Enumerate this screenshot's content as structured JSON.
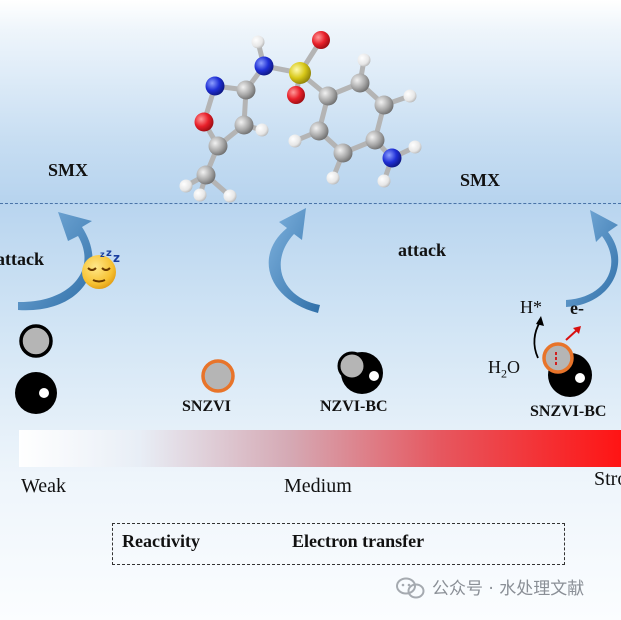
{
  "labels": {
    "smx_left": "SMX",
    "smx_right": "SMX",
    "attack_left": "attack",
    "attack_right": "attack",
    "snzvi": "SNZVI",
    "nzvi_bc": "NZVI-BC",
    "snzvi_bc": "SNZVI-BC",
    "weak": "Weak",
    "medium": "Medium",
    "strong": "Strong",
    "h_star": "H*",
    "e_minus": "e-",
    "h2o_h": "H",
    "h2o_sub": "2",
    "h2o_o": "O",
    "reactivity": "Reactivity",
    "electron_transfer": "Electron transfer"
  },
  "watermark": {
    "text": "公众号 · 水处理文献",
    "icon": "wechat-icon"
  },
  "colors": {
    "arrow_blue": "#3f7fb8",
    "oxygen_red": "#e8202a",
    "nitrogen_blue": "#1f2fd6",
    "sulfur_yellow": "#d8c818",
    "carbon_gray": "#a8a8a8",
    "zvi_orange": "#e8742a",
    "gradient_end_red": "#ff1414"
  },
  "icons": {
    "sleeping": "sleeping-face-icon"
  }
}
